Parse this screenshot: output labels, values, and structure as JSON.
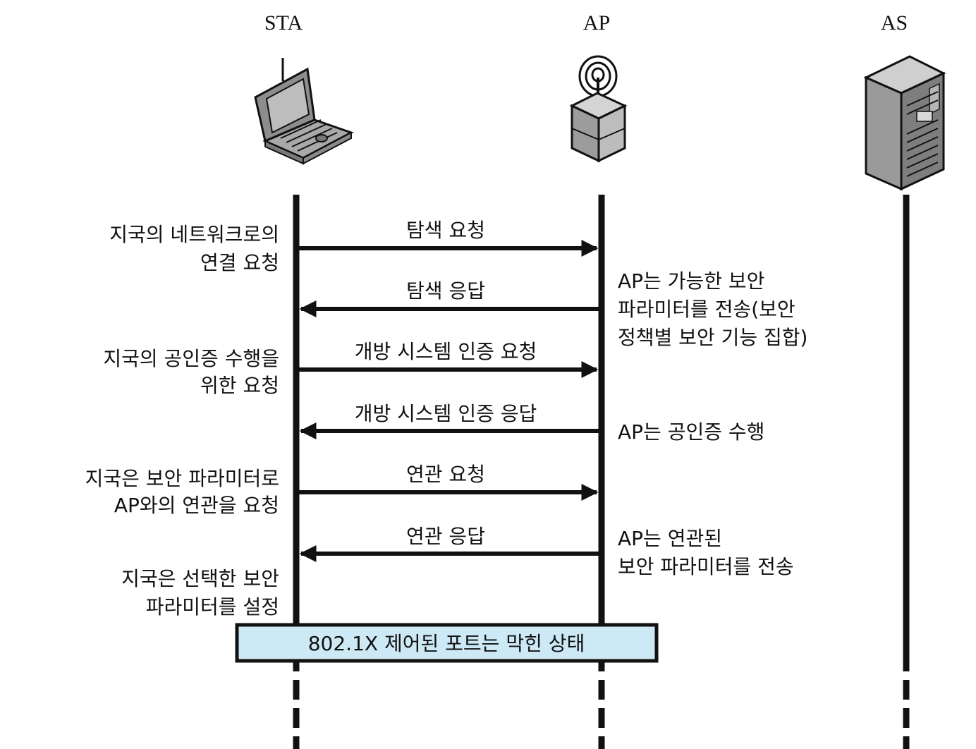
{
  "entities": {
    "sta": "STA",
    "ap": "AP",
    "as": "AS"
  },
  "messages": [
    {
      "label": "탐색 요청",
      "direction": "right"
    },
    {
      "label": "탐색 응답",
      "direction": "left"
    },
    {
      "label": "개방 시스템 인증 요청",
      "direction": "right"
    },
    {
      "label": "개방 시스템 인증 응답",
      "direction": "left"
    },
    {
      "label": "연관 요청",
      "direction": "right"
    },
    {
      "label": "연관 응답",
      "direction": "left"
    }
  ],
  "sta_notes": [
    [
      "지국의 네트워크로의",
      "연결 요청"
    ],
    [
      "지국의 공인증 수행을",
      "위한 요청"
    ],
    [
      "지국은 보안 파라미터로",
      "AP와의 연관을 요청"
    ],
    [
      "지국은 선택한 보안",
      "파라미터를 설정"
    ]
  ],
  "ap_notes": [
    [
      "AP는 가능한 보안",
      "파라미터를 전송(보안",
      "정책별 보안 기능 집합)"
    ],
    [
      "AP는 공인증 수행"
    ],
    [
      "AP는 연관된",
      "보안 파라미터를 전송"
    ]
  ],
  "port_box": {
    "label": "802.1X 제어된 포트는 막힌 상태",
    "fill": "#cde9f5"
  },
  "colors": {
    "line": "#111111",
    "device_gray": "#9a9a9a"
  },
  "icons": [
    "laptop-icon",
    "access-point-icon",
    "server-icon"
  ]
}
